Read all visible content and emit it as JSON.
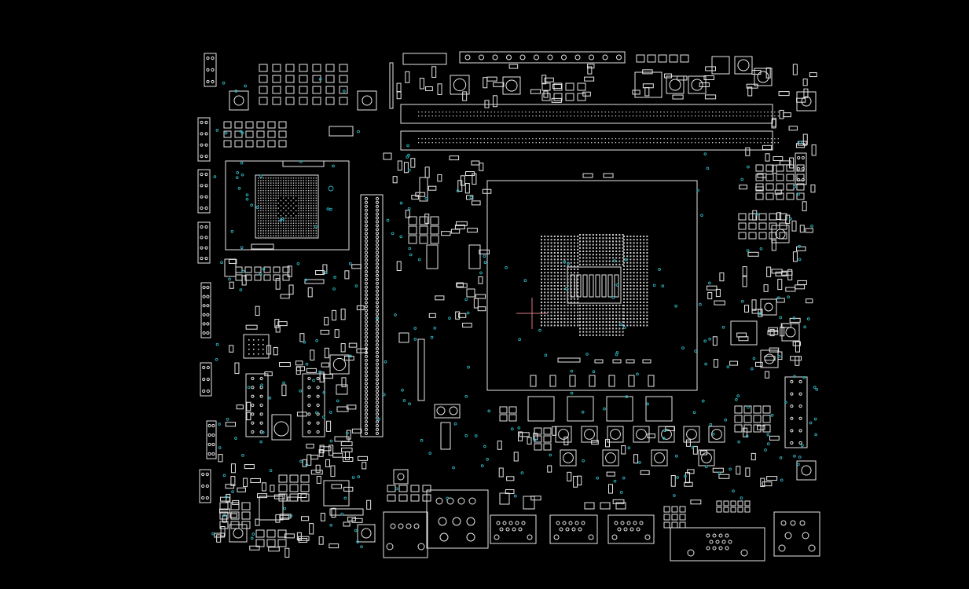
{
  "viewer": {
    "background_color": "#000000",
    "outline_color": "#e6e6e6",
    "via_color": "#2bb3c0",
    "cursor_color": "#d77a86"
  },
  "board": {
    "components": {
      "connector_pin_strips": 12,
      "ram_slots": 2,
      "cpu_socket": 1,
      "chipset_bga": 1,
      "rear_io_ports": 7,
      "mosfet_pads": 5,
      "chokes": 10
    }
  }
}
